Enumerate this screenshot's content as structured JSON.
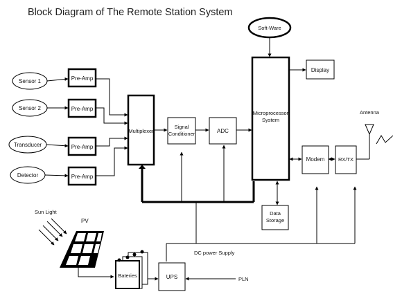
{
  "title": "Block Diagram of The  Remote Station System",
  "inputs": {
    "sensor1": "Sensor 1",
    "sensor2": "Sensor 2",
    "transducer": "Transducer",
    "detector": "Detector"
  },
  "preamp": "Pre-Amp",
  "multiplexer": "Multiplexer",
  "signal_conditioner": [
    "Signal",
    "Conditioner"
  ],
  "adc": "ADC",
  "software": "Soft-Ware",
  "microprocessor": [
    "Microprocessor",
    "System"
  ],
  "display": "Display",
  "data_storage": [
    "Data",
    "Storage"
  ],
  "modem": "Modem",
  "rxtx": "RX/TX",
  "antenna": "Antenna",
  "sun_light": "Sun Light",
  "pv": "PV",
  "bateries": "Bateries",
  "ups": "UPS",
  "pln": "PLN",
  "dc_power_supply": "DC power Supply"
}
